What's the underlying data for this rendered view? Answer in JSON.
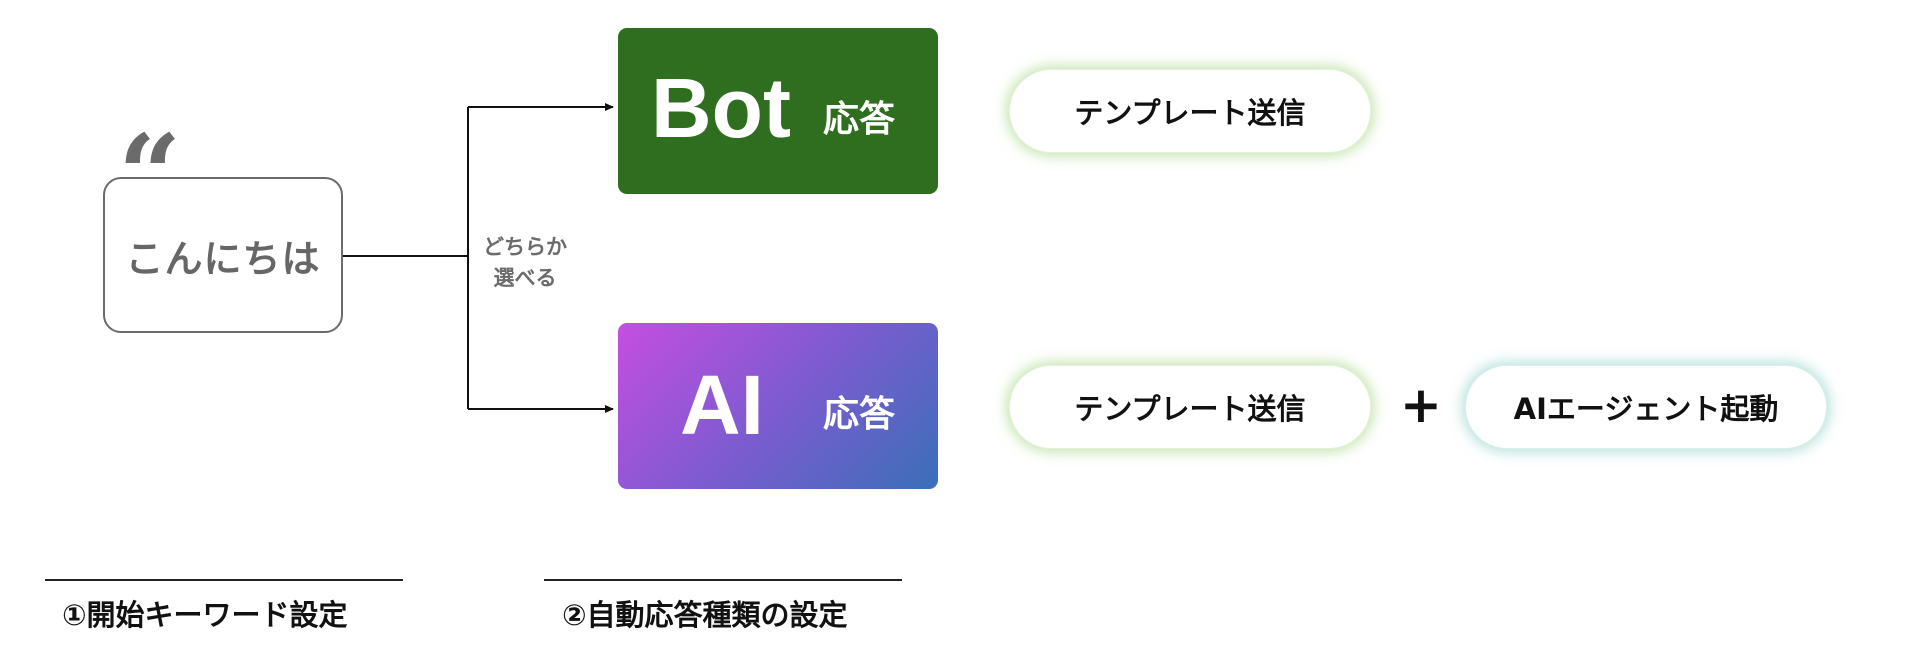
{
  "keyword": {
    "quote_mark": "“",
    "text": "こんにちは"
  },
  "choice_label": [
    "どちらか",
    "選べる"
  ],
  "bot_response": {
    "main": "Bot",
    "sub": "応答",
    "color": "#2f6e1f",
    "action": "テンプレート送信"
  },
  "ai_response": {
    "main": "AI",
    "sub": "応答",
    "gradient": [
      "#c64ee0",
      "#3a6fb8"
    ],
    "action_template": "テンプレート送信",
    "plus": "+",
    "action_agent": "AIエージェント起動"
  },
  "steps": [
    {
      "caption": "①開始キーワード設定"
    },
    {
      "caption": "②自動応答種類の設定"
    }
  ]
}
